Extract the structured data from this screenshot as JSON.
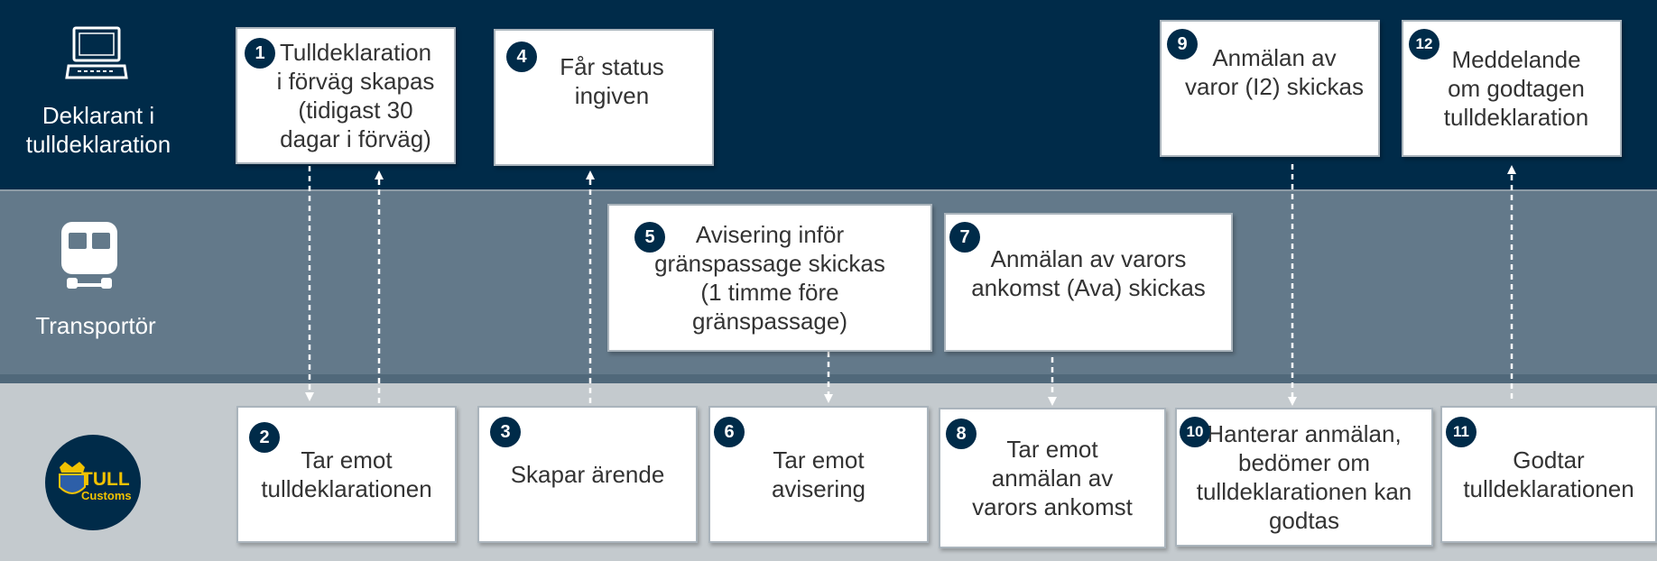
{
  "lanes": {
    "declarant": "Deklarant i\ntulldeklaration",
    "carrier": "Transportör",
    "customs_logo": {
      "main": "TULL",
      "sub": "Customs"
    }
  },
  "steps": [
    {
      "n": "1",
      "text": "Tulldeklaration\ni förväg skapas\n(tidigast 30\ndagar i förväg)"
    },
    {
      "n": "2",
      "text": "Tar emot\ntulldeklarationen"
    },
    {
      "n": "3",
      "text": "Skapar ärende"
    },
    {
      "n": "4",
      "text": "Får status\ningiven"
    },
    {
      "n": "5",
      "text": "Avisering inför\ngränspassage skickas\n(1 timme före\ngränspassage)"
    },
    {
      "n": "6",
      "text": "Tar emot\navisering"
    },
    {
      "n": "7",
      "text": "Anmälan av varors\nankomst (Ava) skickas"
    },
    {
      "n": "8",
      "text": "Tar emot\nanmälan av\nvarors ankomst"
    },
    {
      "n": "9",
      "text": "Anmälan av\nvaror (I2) skickas"
    },
    {
      "n": "10",
      "text": "Hanterar anmälan,\nbedömer om\ntulldeklarationen kan\ngodtas"
    },
    {
      "n": "11",
      "text": "Godtar\ntulldeklarationen"
    },
    {
      "n": "12",
      "text": "Meddelande\nom godtagen\ntulldeklaration"
    }
  ],
  "colors": {
    "navy": "#002b49",
    "slate": "#63798a",
    "light": "#c4cace",
    "gold": "#f2c200"
  },
  "icons": [
    "laptop-icon",
    "train-icon",
    "customs-logo-icon"
  ]
}
